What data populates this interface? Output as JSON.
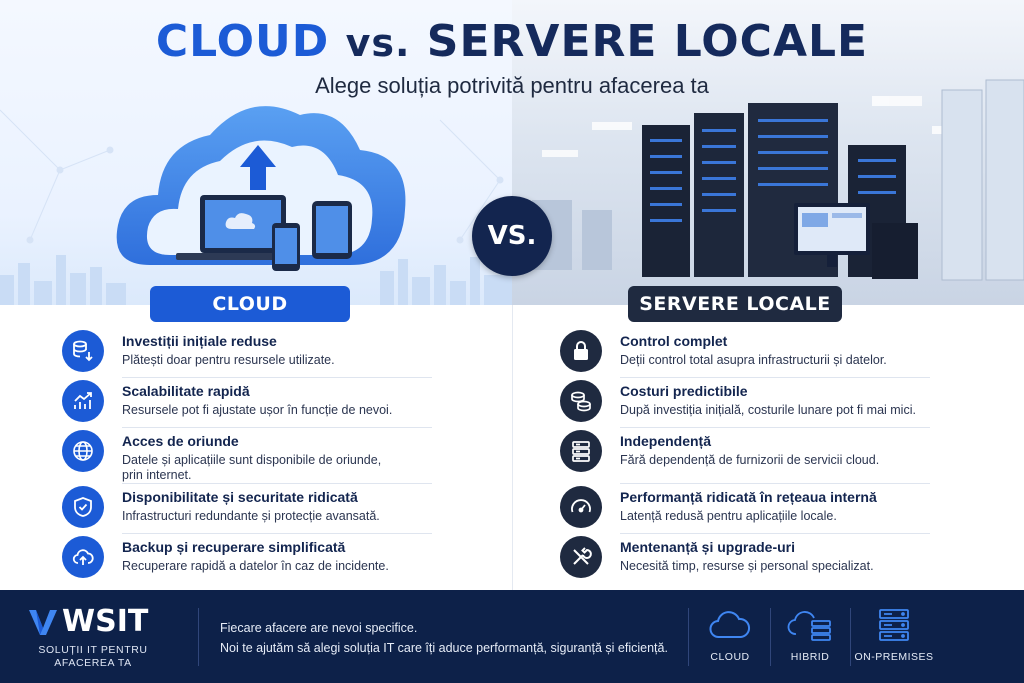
{
  "header": {
    "title_cloud": "CLOUD",
    "title_vs": "vs.",
    "title_servers": "SERVERE LOCALE",
    "subtitle": "Alege soluția potrivită pentru afacerea ta"
  },
  "vs_badge": "VS.",
  "left": {
    "label": "CLOUD",
    "accent": "#1c5bd6",
    "features": [
      {
        "icon": "database-down-icon",
        "title": "Investiții inițiale reduse",
        "desc": "Plătești doar pentru resursele utilizate."
      },
      {
        "icon": "growth-chart-icon",
        "title": "Scalabilitate rapidă",
        "desc": "Resursele pot fi ajustate ușor în funcție de nevoi."
      },
      {
        "icon": "globe-icon",
        "title": "Acces de oriunde",
        "desc": "Datele și aplicațiile sunt disponibile de oriunde, prin internet."
      },
      {
        "icon": "shield-check-icon",
        "title": "Disponibilitate și securitate ridicată",
        "desc": "Infrastructuri redundante și protecție avansată."
      },
      {
        "icon": "cloud-backup-icon",
        "title": "Backup și recuperare simplificată",
        "desc": "Recuperare rapidă a datelor în caz de incidente."
      }
    ]
  },
  "right": {
    "label": "SERVERE LOCALE",
    "accent": "#1f2a40",
    "features": [
      {
        "icon": "lock-icon",
        "title": "Control complet",
        "desc": "Deții control total asupra infrastructurii și datelor."
      },
      {
        "icon": "coins-icon",
        "title": "Costuri predictibile",
        "desc": "După investiția inițială, costurile lunare pot fi mai mici."
      },
      {
        "icon": "server-rack-icon",
        "title": "Independență",
        "desc": "Fără dependență de furnizorii de servicii cloud."
      },
      {
        "icon": "speedometer-icon",
        "title": "Performanță ridicată în rețeaua internă",
        "desc": "Latență redusă pentru aplicațiile locale."
      },
      {
        "icon": "tools-icon",
        "title": "Mentenanță și upgrade-uri",
        "desc": "Necesită timp, resurse și personal specializat."
      }
    ]
  },
  "footer": {
    "brand_name": "WSIT",
    "brand_tag": "SOLUȚII IT PENTRU AFACEREA TA",
    "line1": "Fiecare afacere are nevoi specifice.",
    "line2": "Noi te ajutăm să alegi soluția IT care îți aduce performanță, siguranță și eficiență.",
    "options": [
      "CLOUD",
      "HIBRID",
      "ON-PREMISES"
    ]
  },
  "colors": {
    "brand_blue": "#1c5bd6",
    "navy": "#13254f",
    "footer_bg": "#0d2149"
  }
}
